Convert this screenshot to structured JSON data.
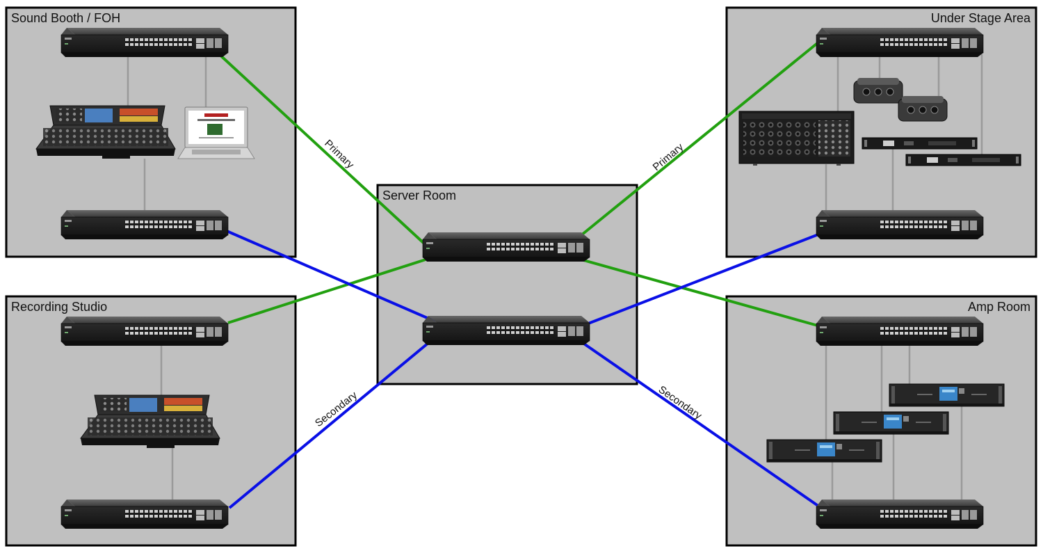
{
  "rooms": {
    "foh": "Sound Booth / FOH",
    "stage": "Under Stage Area",
    "server": "Server Room",
    "studio": "Recording Studio",
    "amp": "Amp Room"
  },
  "links": {
    "primary": "Primary",
    "secondary": "Secondary"
  },
  "colors": {
    "primary_link": "#22a010",
    "secondary_link": "#0a10e6",
    "room_fill": "#c0c0c0",
    "room_border": "#000000",
    "drop_cable": "#9a9a9a"
  },
  "icons": [
    "network-switch-icon",
    "mixing-console-icon",
    "laptop-icon",
    "io-rack-icon",
    "stagebox-icon",
    "wireless-receiver-icon",
    "power-amplifier-icon"
  ]
}
